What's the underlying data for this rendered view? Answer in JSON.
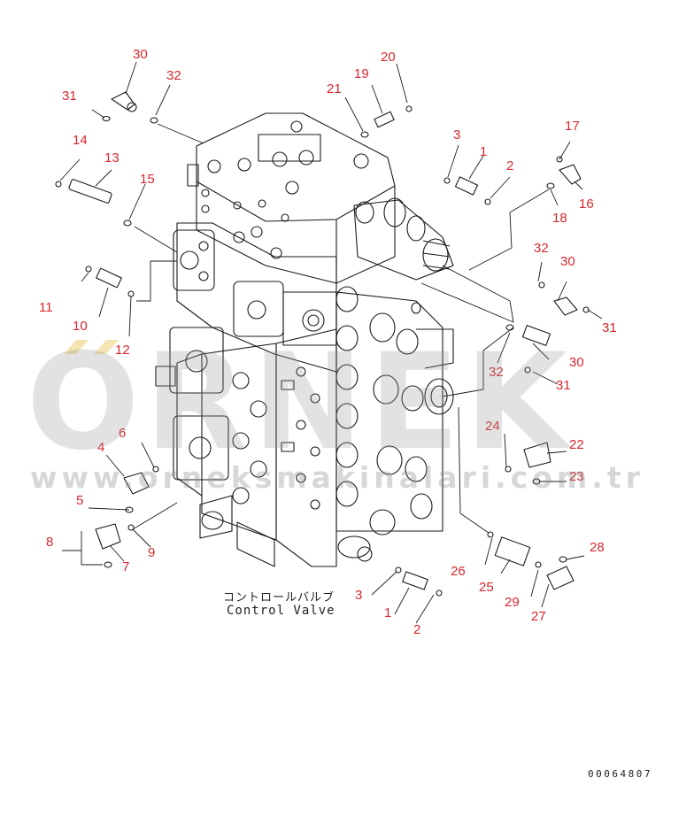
{
  "diagram": {
    "caption_jp": "コントロールバルブ",
    "caption_en": "Control Valve",
    "drawing_id": "00064807",
    "callouts": [
      "30",
      "32",
      "31",
      "21",
      "19",
      "20",
      "14",
      "13",
      "15",
      "3",
      "1",
      "2",
      "17",
      "18",
      "16",
      "11",
      "10",
      "12",
      "32",
      "30",
      "31",
      "30",
      "31",
      "32",
      "6",
      "4",
      "24",
      "22",
      "23",
      "5",
      "8",
      "7",
      "9",
      "3",
      "1",
      "2",
      "26",
      "25",
      "29",
      "28",
      "27"
    ]
  },
  "watermark": {
    "brand": "ORNEK",
    "url": "www.orneksmakinalari.com.tr"
  },
  "colors": {
    "callout": "#d7282f",
    "line_art": "#1a1a1a",
    "watermark": "#9a9a9a",
    "watermark_accent": "#f0d890"
  }
}
